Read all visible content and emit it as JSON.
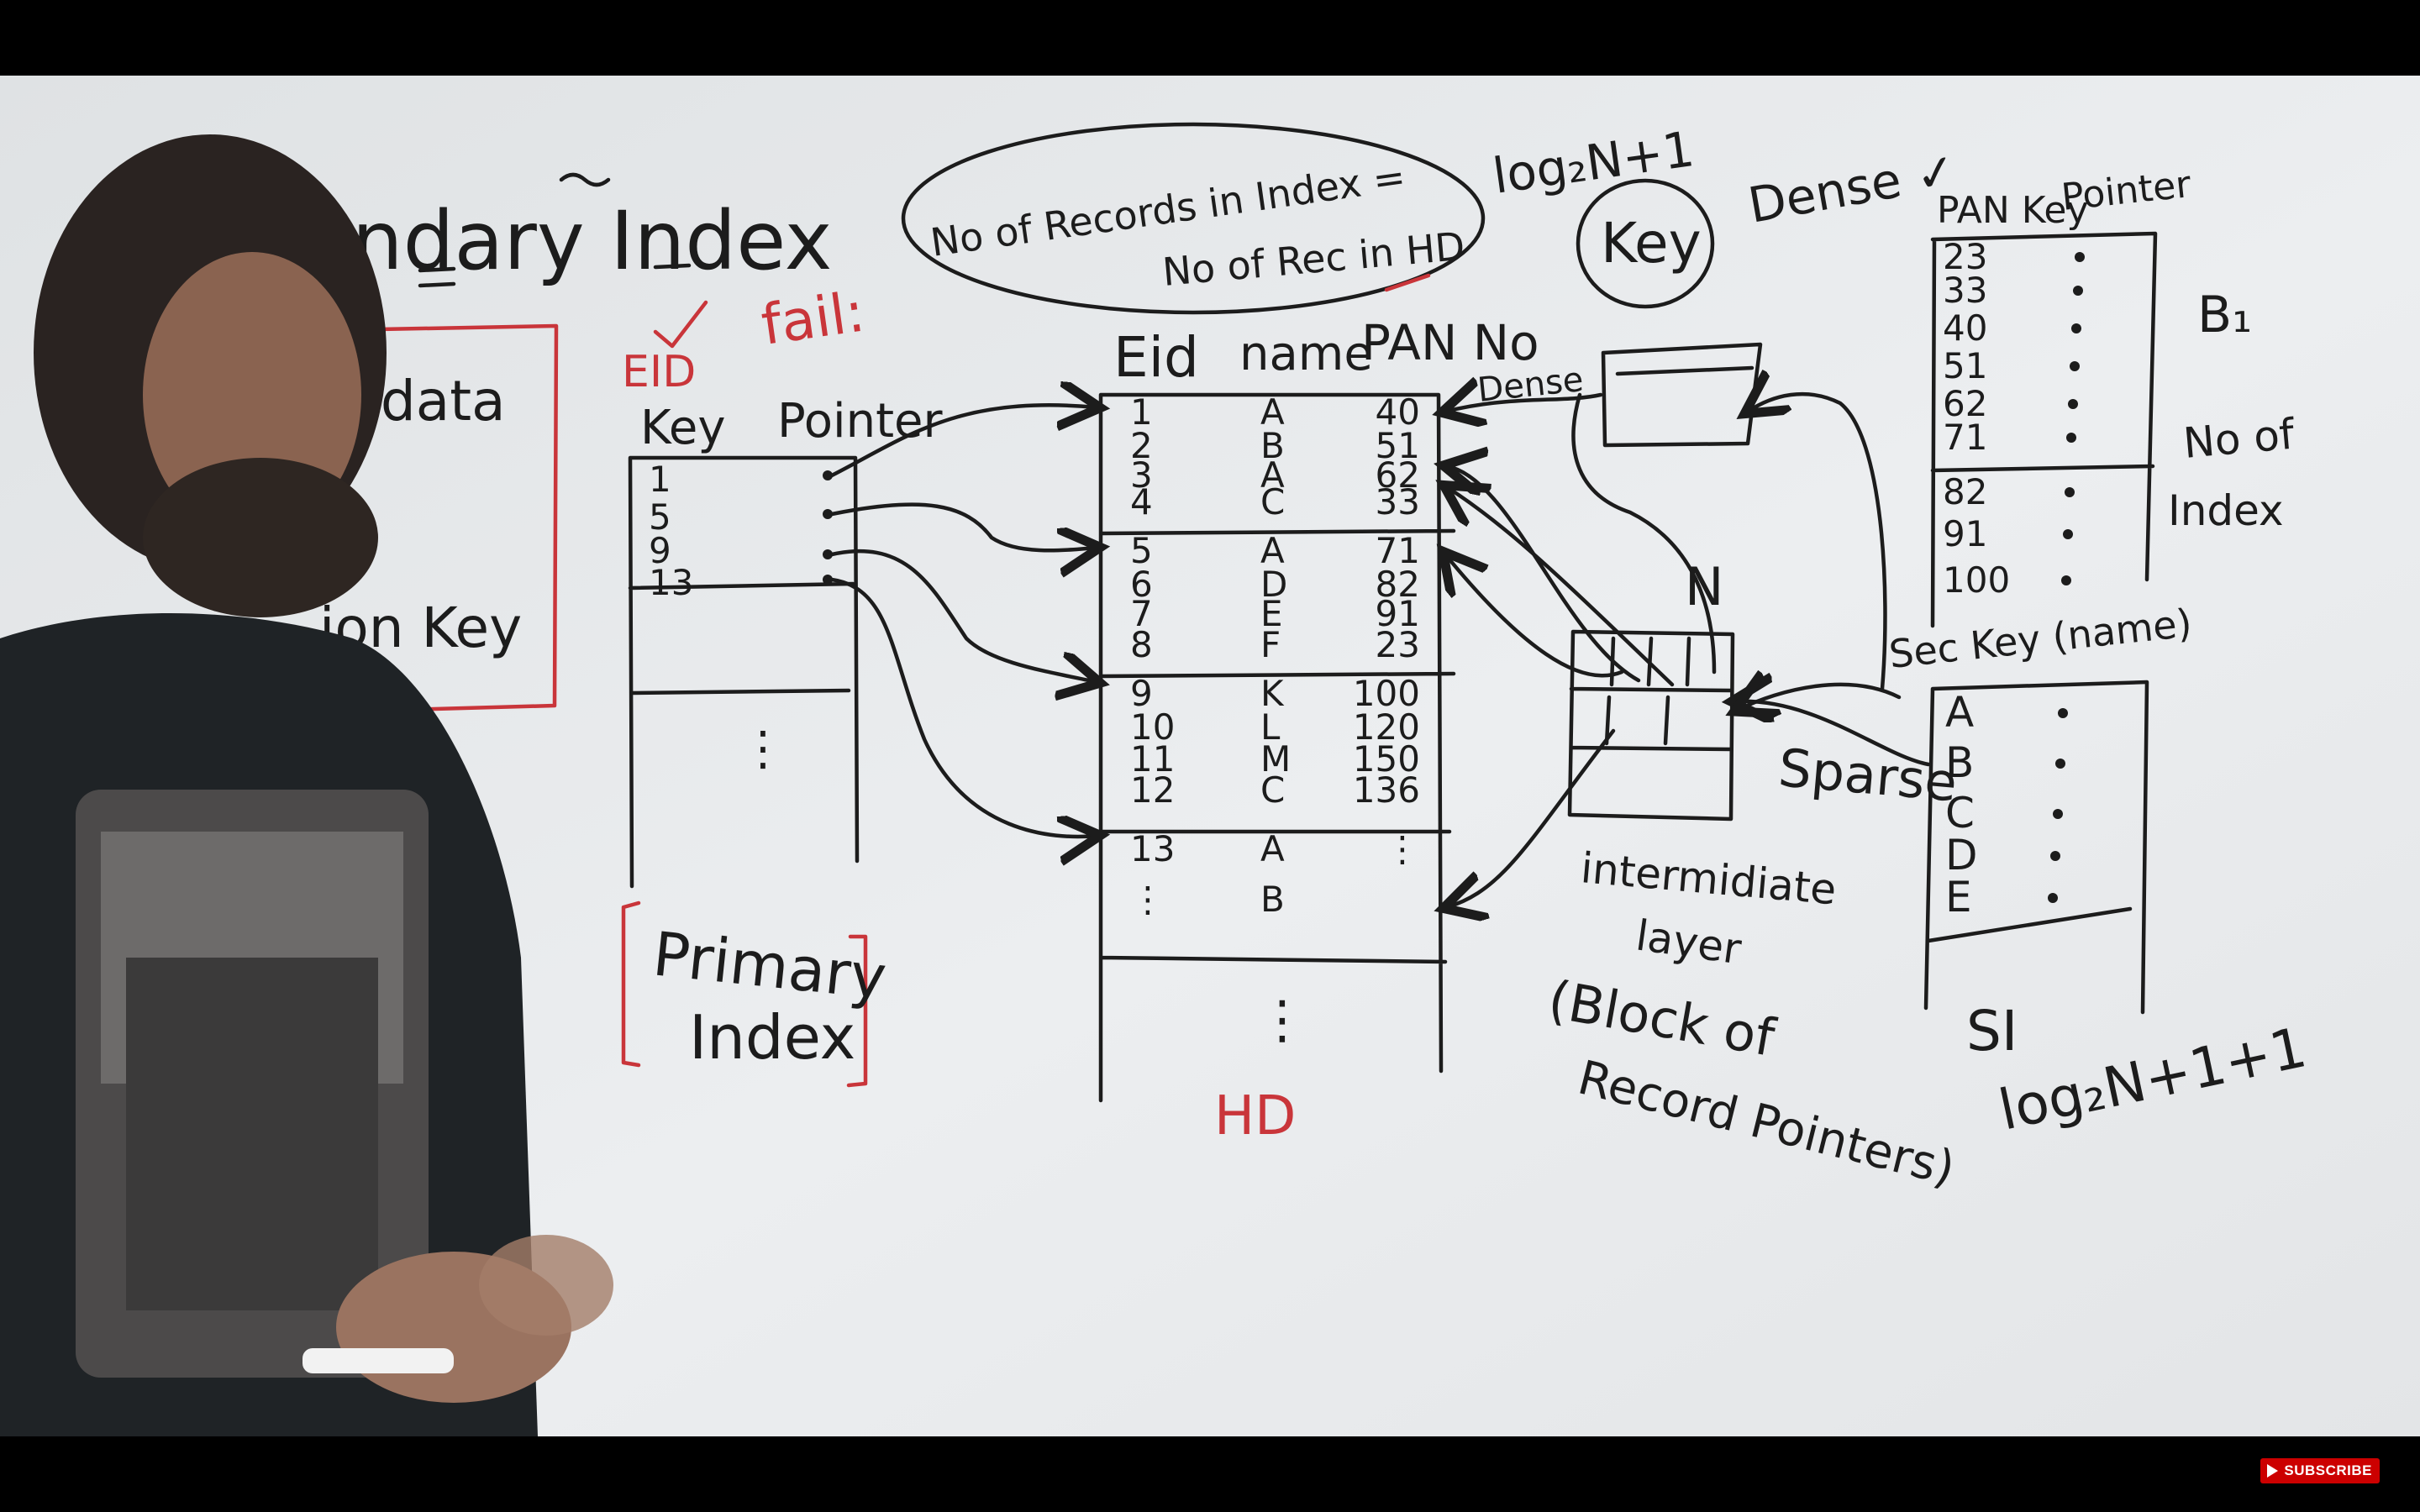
{
  "board": {
    "title_partial": "ondary Index",
    "left_box": [
      "d data",
      "ion Key"
    ],
    "formula_top": "No of Records in Index =",
    "formula_bottom": "No of Rec in HD",
    "log_top": "log₂N+1",
    "key_circle": "Key",
    "dense_label": "Dense ✓",
    "fail_label": "fail:",
    "eid_check": "EID",
    "primary_index": {
      "headers": [
        "Key",
        "Pointer"
      ],
      "keys": [
        "1",
        "5",
        "9",
        "13"
      ],
      "ellipsis": "⋮",
      "caption_line1": "Primary",
      "caption_line2": "Index"
    },
    "hd_table": {
      "headers": [
        "Eid",
        "name",
        "PAN No"
      ],
      "rows": [
        [
          "1",
          "A",
          "40"
        ],
        [
          "2",
          "B",
          "51"
        ],
        [
          "3",
          "A",
          "62"
        ],
        [
          "4",
          "C",
          "33"
        ],
        [
          "5",
          "A",
          "71"
        ],
        [
          "6",
          "D",
          "82"
        ],
        [
          "7",
          "E",
          "91"
        ],
        [
          "8",
          "F",
          "23"
        ],
        [
          "9",
          "K",
          "100"
        ],
        [
          "10",
          "L",
          "120"
        ],
        [
          "11",
          "M",
          "150"
        ],
        [
          "12",
          "C",
          "136"
        ],
        [
          "13",
          "A",
          "⋮"
        ],
        [
          "⋮",
          "B",
          ""
        ]
      ],
      "ellipsis": "⋮",
      "caption": "HD"
    },
    "dense_small": "Dense",
    "n_label": "N",
    "sparse_label": "Sparse",
    "intermediate_lines": [
      "intermidiate",
      "layer",
      "(Block of",
      "Record Pointers)"
    ],
    "pan_index": {
      "headers": [
        "PAN Key",
        "Pointer"
      ],
      "keys": [
        "23",
        "33",
        "40",
        "51",
        "62",
        "71",
        "82",
        "91",
        "100"
      ],
      "b1_label": "B₁",
      "note": [
        "No of",
        "Index"
      ]
    },
    "name_index": {
      "header": "Sec Key (name)",
      "keys": [
        "A",
        "B",
        "C",
        "D",
        "E"
      ]
    },
    "si_label": "SI",
    "si_formula": "log₂N+1+1"
  },
  "overlay": {
    "subscribe": "SUBSCRIBE"
  },
  "colors": {
    "board": "#e9ebec",
    "ink": "#1c1c1c",
    "red_ink": "#c9353a",
    "letterbox": "#000000"
  }
}
